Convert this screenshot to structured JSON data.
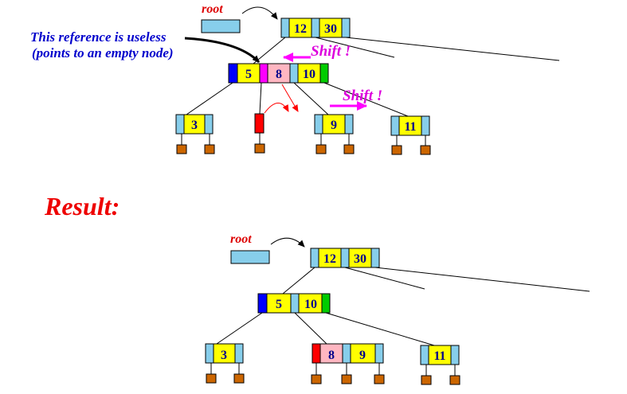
{
  "colors": {
    "key_cell": "#ffff00",
    "pointer_cell": "#87ceeb",
    "leaf_ref": "#cc6600",
    "deleted_cell": "#ffb6c1",
    "useless_ref": "#ff0000",
    "ref_blue": "#0000ff",
    "ref_green": "#00cc00",
    "ref_magenta": "#ff00ff",
    "arrow_magenta": "#ff00ff",
    "arrow_red": "#ff0000"
  },
  "before": {
    "root_label": "root",
    "annotation_line1": "This reference is useless",
    "annotation_line2": "(points to an empty node)",
    "shift_label_1": "Shift !",
    "shift_label_2": "Shift !",
    "root_keys": [
      "12",
      "30"
    ],
    "internal_keys": [
      "5",
      "8",
      "10"
    ],
    "leaves": [
      "3",
      "",
      "9",
      "11"
    ]
  },
  "result_label": "Result:",
  "after": {
    "root_label": "root",
    "root_keys": [
      "12",
      "30"
    ],
    "internal_keys": [
      "5",
      "10"
    ],
    "leaves": [
      "3",
      "8",
      "9",
      "11"
    ]
  }
}
